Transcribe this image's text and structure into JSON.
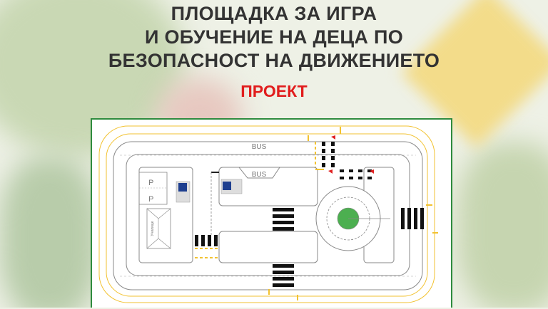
{
  "header": {
    "title_lines": [
      "ПЛОЩАДКА ЗА ИГРА",
      "И ОБУЧЕНИЕ НА ДЕЦА ПО",
      "БЕЗОПАСНОСТ НА ДВИЖЕНИЕТО"
    ],
    "subtitle": "ПРОЕКТ"
  },
  "plan": {
    "bus_labels": [
      "BUS",
      "BUS"
    ],
    "parking_labels": [
      "P",
      "P"
    ],
    "building_label": "Училище",
    "colors": {
      "border": "#2e8b3e",
      "road": "#888888",
      "lane": "#f2c230",
      "roundabout": "#4caf50",
      "flag": "#e02020",
      "sign": "#1e3f8f"
    }
  }
}
